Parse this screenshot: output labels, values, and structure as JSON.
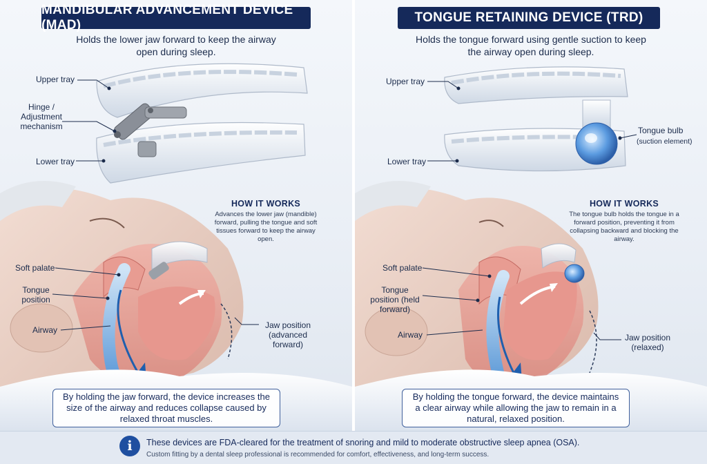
{
  "left": {
    "title": "MANDIBULAR ADVANCEMENT DEVICE (MAD)",
    "subtitle": "Holds the lower jaw forward to keep the airway open during sleep.",
    "labels": {
      "upper_tray": "Upper tray",
      "hinge": "Hinge / Adjustment mechanism",
      "lower_tray": "Lower tray",
      "soft_palate": "Soft palate",
      "tongue_position": "Tongue position",
      "airway": "Airway",
      "jaw_position": "Jaw position (advanced forward)"
    },
    "how_title": "HOW IT WORKS",
    "how_text": "Advances the lower jaw (mandible) forward, pulling the tongue and soft tissues forward to keep the airway open.",
    "caption": "By holding the jaw forward, the device increases the size of the airway and reduces collapse caused by relaxed throat muscles."
  },
  "right": {
    "title": "TONGUE RETAINING DEVICE (TRD)",
    "subtitle": "Holds the tongue forward using gentle suction to keep the airway open during sleep.",
    "labels": {
      "upper_tray": "Upper tray",
      "tongue_bulb": "Tongue bulb",
      "tongue_bulb_note": "(suction element)",
      "lower_tray": "Lower tray",
      "soft_palate": "Soft palate",
      "tongue_position": "Tongue position (held forward)",
      "airway": "Airway",
      "jaw_position": "Jaw position (relaxed)"
    },
    "how_title": "HOW IT WORKS",
    "how_text": "The tongue bulb holds the tongue in a forward position, preventing it from collapsing backward and blocking the airway.",
    "caption": "By holding the tongue forward, the device maintains a clear airway while allowing the jaw to remain in a natural, relaxed position."
  },
  "footer": {
    "icon": "info-icon",
    "line1": "These devices are FDA-cleared for the treatment of snoring and mild to moderate obstructive sleep apnea (OSA).",
    "line2": "Custom fitting by a dental sleep professional is recommended for comfort, effectiveness, and long-term success."
  },
  "colors": {
    "navy": "#15295a",
    "accent_blue": "#1f4fa0",
    "tissue": "#e8a49b",
    "airway": "#6aa7df"
  }
}
